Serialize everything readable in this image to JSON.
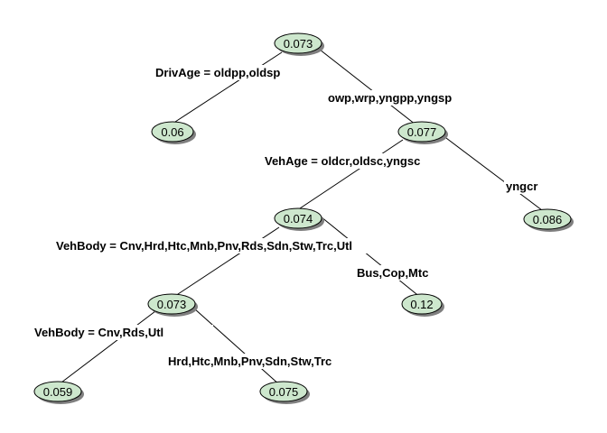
{
  "tree": {
    "nodes": [
      {
        "id": "root",
        "value": "0.073"
      },
      {
        "id": "n_driv_old",
        "value": "0.06"
      },
      {
        "id": "n_driv_other",
        "value": "0.077"
      },
      {
        "id": "n_vehage_old",
        "value": "0.074"
      },
      {
        "id": "n_vehage_yngcr",
        "value": "0.086"
      },
      {
        "id": "n_body_main",
        "value": "0.073"
      },
      {
        "id": "n_body_bus",
        "value": "0.12"
      },
      {
        "id": "n_body_cnv",
        "value": "0.059"
      },
      {
        "id": "n_body_hrd",
        "value": "0.075"
      }
    ],
    "splits": [
      {
        "id": "s_driv_old",
        "label": "DrivAge = oldpp,oldsp"
      },
      {
        "id": "s_driv_other",
        "label": "owp,wrp,yngpp,yngsp"
      },
      {
        "id": "s_vehage_old",
        "label": "VehAge = oldcr,oldsc,yngsc"
      },
      {
        "id": "s_vehage_yngcr",
        "label": "yngcr"
      },
      {
        "id": "s_body_main",
        "label": "VehBody = Cnv,Hrd,Htc,Mnb,Pnv,Rds,Sdn,Stw,Trc,Utl"
      },
      {
        "id": "s_body_bus",
        "label": "Bus,Cop,Mtc"
      },
      {
        "id": "s_body_cnv",
        "label": "VehBody = Cnv,Rds,Utl"
      },
      {
        "id": "s_body_hrd",
        "label": "Hrd,Htc,Mnb,Pnv,Sdn,Stw,Trc"
      }
    ],
    "colors": {
      "node_fill": "#cde7cd",
      "line": "#000000",
      "background": "#ffffff"
    }
  }
}
